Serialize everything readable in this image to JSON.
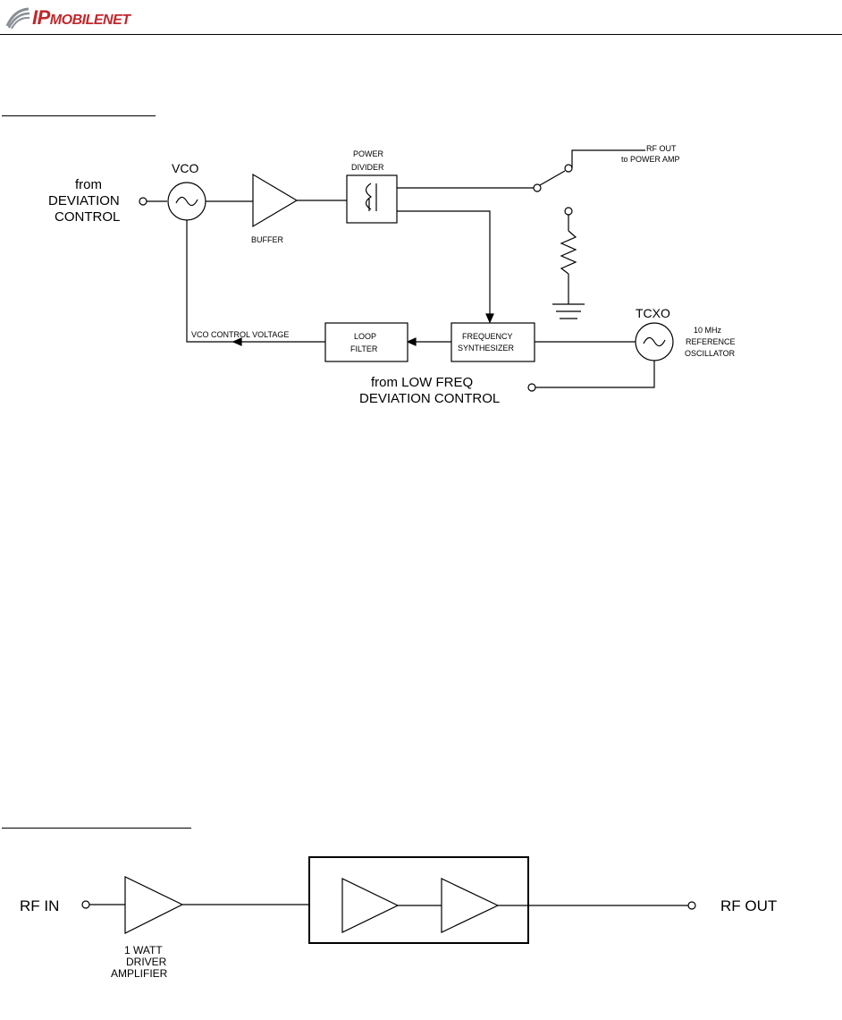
{
  "header": {
    "logo_text_main": "IP",
    "logo_text_rest": "MOBILENET",
    "colors": {
      "brand": "#c0282d"
    }
  },
  "diagram1": {
    "vco_label": "VCO",
    "input_from": "from",
    "input_deviation": "DEVIATION",
    "input_control": "CONTROL",
    "buffer_label": "BUFFER",
    "power_label": "POWER",
    "divider_label": "DIVIDER",
    "rf_out_label": "RF OUT",
    "to_power_amp_label": "to POWER AMP",
    "tcxo_label": "TCXO",
    "ref_10mhz": "10 MHz",
    "ref_reference": "REFERENCE",
    "ref_oscillator": "OSCILLATOR",
    "synth_line1": "FREQUENCY",
    "synth_line2": "SYNTHESIZER",
    "loop_line1": "LOOP",
    "loop_line2": "FILTER",
    "vco_control_voltage": "VCO CONTROL VOLTAGE",
    "lowfreq_line1": "from LOW FREQ",
    "lowfreq_line2": "DEVIATION CONTROL"
  },
  "diagram2": {
    "rf_in_label": "RF IN",
    "rf_out_label": "RF OUT",
    "driver_line1": "1 WATT",
    "driver_line2": "DRIVER",
    "driver_line3": "AMPLIFIER"
  }
}
